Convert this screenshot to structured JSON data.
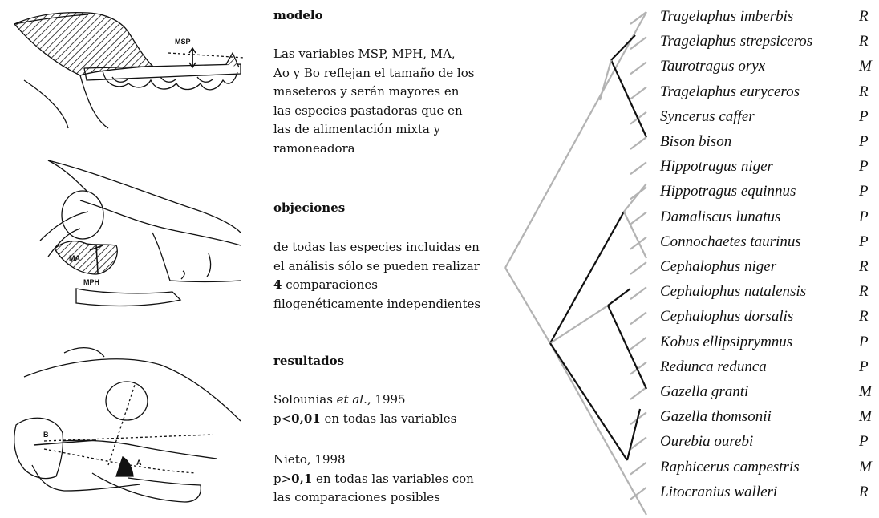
{
  "figure_labels": {
    "msp": "MSP",
    "ma": "MA",
    "mph": "MPH",
    "b": "B",
    "a": "A"
  },
  "sections": {
    "modelo": {
      "heading": "modelo",
      "lines": [
        "Las variables MSP, MPH, MA,",
        "Ao y Bo reflejan el tamaño de los",
        "maseteros y  serán mayores en",
        "las especies pastadoras que en",
        "las de alimentación mixta y",
        "ramoneadora"
      ]
    },
    "objeciones": {
      "heading": "objeciones",
      "line1": "de todas las especies incluidas en",
      "line2": "el análisis sólo se pueden realizar",
      "line3_num": "4",
      "line3_rest": " comparaciones",
      "line4": "filogenéticamente independientes"
    },
    "resultados": {
      "heading": "resultados",
      "r1_author": "Solounias ",
      "r1_etal": "et al",
      "r1_year": "., 1995",
      "r1_p_pre": "p<",
      "r1_p_val": "0,01",
      "r1_p_post": " en todas las variables",
      "r2_author": "Nieto, 1998",
      "r2_p_pre": "p>",
      "r2_p_val": "0,1",
      "r2_p_post": " en todas las variables con",
      "r2_line3": "las comparaciones posibles"
    }
  },
  "tree": {
    "colors": {
      "grey": "#b3b3b3",
      "black": "#111111"
    },
    "taxa": [
      {
        "name": "Tragelaphus imberbis",
        "diet": "R"
      },
      {
        "name": "Tragelaphus strepsiceros",
        "diet": "R"
      },
      {
        "name": "Taurotragus oryx",
        "diet": "M"
      },
      {
        "name": "Tragelaphus euryceros",
        "diet": "R"
      },
      {
        "name": "Syncerus caffer",
        "diet": "P"
      },
      {
        "name": "Bison bison",
        "diet": "P"
      },
      {
        "name": "Hippotragus niger",
        "diet": "P"
      },
      {
        "name": "Hippotragus equinnus",
        "diet": "P"
      },
      {
        "name": "Damaliscus lunatus",
        "diet": "P"
      },
      {
        "name": "Connochaetes taurinus",
        "diet": "P"
      },
      {
        "name": "Cephalophus niger",
        "diet": "R"
      },
      {
        "name": "Cephalophus natalensis",
        "diet": "R"
      },
      {
        "name": "Cephalophus dorsalis",
        "diet": "R"
      },
      {
        "name": "Kobus ellipsiprymnus",
        "diet": "P"
      },
      {
        "name": "Redunca redunca",
        "diet": "P"
      },
      {
        "name": "Gazella granti",
        "diet": "M"
      },
      {
        "name": "Gazella thomsonii",
        "diet": "M"
      },
      {
        "name": "Ourebia ourebi",
        "diet": "P"
      },
      {
        "name": "Raphicerus campestris",
        "diet": "M"
      },
      {
        "name": "Litocranius walleri",
        "diet": "R"
      }
    ]
  }
}
